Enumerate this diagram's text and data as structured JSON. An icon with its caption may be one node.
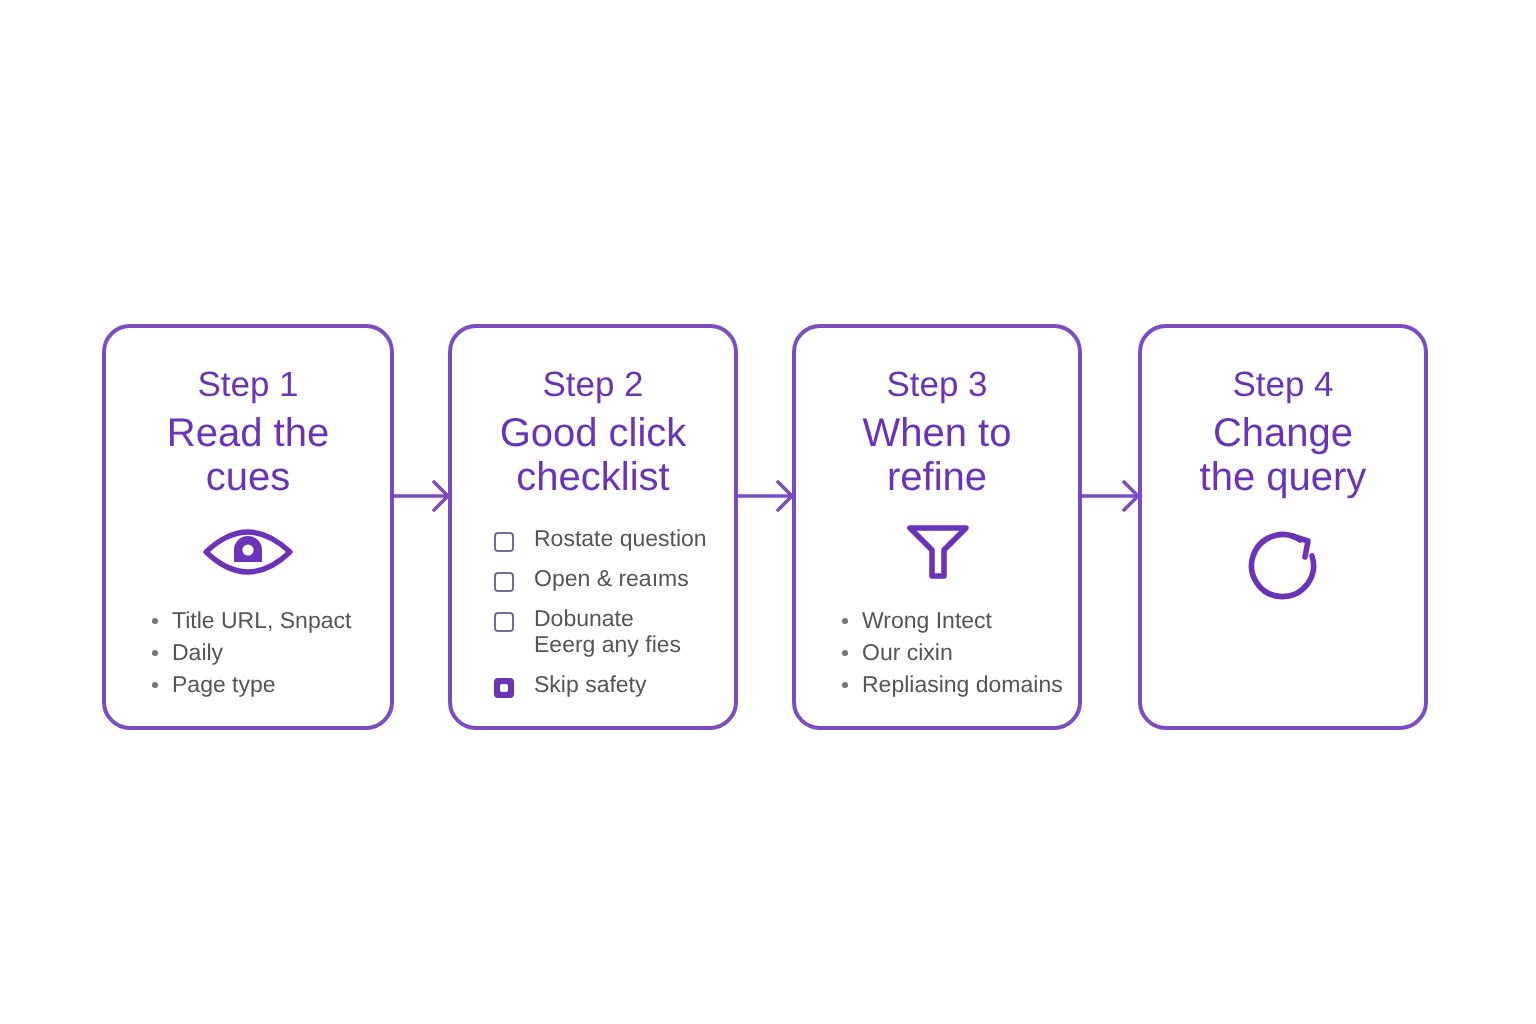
{
  "diagram": {
    "nodes": [
      {
        "text": [
          "Step 1",
          "Read the cues",
          "Title URL, Snpact",
          "Daily",
          "Page type"
        ]
      },
      {
        "text": [
          "Step 2",
          "Good click checklist",
          "Rostate question",
          "Open & reaıms",
          "Dobunate Eeerg any fies",
          "Skip safety"
        ]
      },
      {
        "text": [
          "Step 3",
          "When to refine",
          "Wrong Intect",
          "Our cixin",
          "Repliasing domains"
        ]
      },
      {
        "text": [
          "Step 4",
          "Change the query"
        ]
      }
    ],
    "edges": [
      {
        "from": 0,
        "to": 1,
        "arrow": "to"
      },
      {
        "from": 1,
        "to": 2,
        "arrow": "to"
      },
      {
        "from": 2,
        "to": 3,
        "arrow": "to"
      }
    ]
  }
}
